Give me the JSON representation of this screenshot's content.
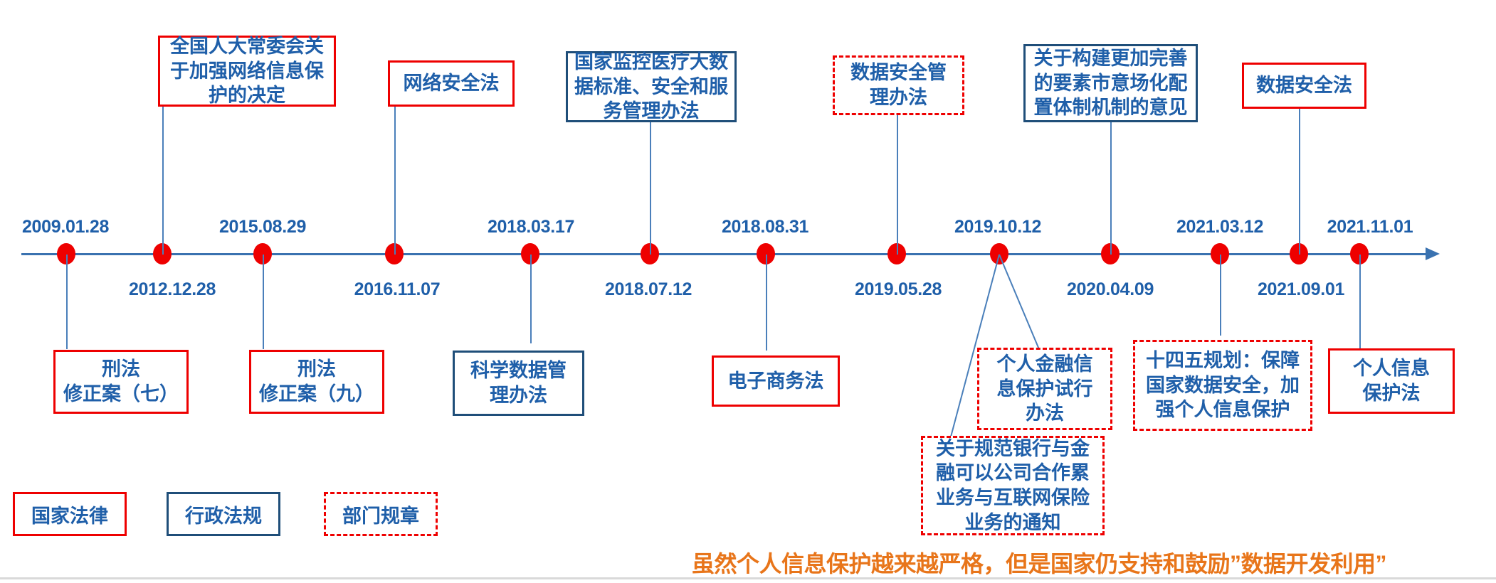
{
  "colors": {
    "national_law_border": "#ee0000",
    "admin_regulation_border": "#1f4e79",
    "department_rule_border": "#ee0000",
    "text_blue": "#1f5fa9",
    "axis_blue": "#3a72b0",
    "node_red": "#ee0000",
    "footer_orange": "#e8751a"
  },
  "chart_data": {
    "type": "timeline",
    "title": "",
    "axis": {
      "orientation": "horizontal",
      "direction": "left-to-right",
      "arrow": true
    },
    "events": [
      {
        "date": "2009.01.28",
        "label": "刑法\n修正案（七）",
        "category": "国家法律",
        "side": "below",
        "date_side": "above"
      },
      {
        "date": "2012.12.28",
        "label": "全国人大常委会关于加强网络信息保护的决定",
        "category": "国家法律",
        "side": "above",
        "date_side": "below"
      },
      {
        "date": "2015.08.29",
        "label": "刑法\n修正案（九）",
        "category": "国家法律",
        "side": "below",
        "date_side": "above"
      },
      {
        "date": "2016.11.07",
        "label": "网络安全法",
        "category": "国家法律",
        "side": "above",
        "date_side": "below"
      },
      {
        "date": "2018.03.17",
        "label": "科学数据管理办法",
        "category": "行政法规",
        "side": "below",
        "date_side": "above"
      },
      {
        "date": "2018.07.12",
        "label": "国家监控医疗大数据标准、安全和服务管理办法",
        "category": "行政法规",
        "side": "above",
        "date_side": "below"
      },
      {
        "date": "2018.08.31",
        "label": "电子商务法",
        "category": "国家法律",
        "side": "below",
        "date_side": "above"
      },
      {
        "date": "2019.05.28",
        "label": "数据安全管理办法",
        "category": "部门规章",
        "side": "above",
        "date_side": "below"
      },
      {
        "date": "2019.10.12",
        "label": "个人金融信息保护试行办法",
        "category": "部门规章",
        "side": "below",
        "date_side": "above"
      },
      {
        "date": "2019.10.12",
        "label": "关于规范银行与金融可以公司合作累业务与互联网保险业务的通知",
        "category": "部门规章",
        "side": "below",
        "date_side": "above"
      },
      {
        "date": "2020.04.09",
        "label": "关于构建更加完善的要素市意场化配置体制机制的意见",
        "category": "行政法规",
        "side": "above",
        "date_side": "below"
      },
      {
        "date": "2021.03.12",
        "label": "十四五规划：保障国家数据安全，加强个人信息保护",
        "category": "部门规章",
        "side": "below",
        "date_side": "above"
      },
      {
        "date": "2021.09.01",
        "label": "数据安全法",
        "category": "国家法律",
        "side": "above",
        "date_side": "below"
      },
      {
        "date": "2021.11.01",
        "label": "个人信息保护法",
        "category": "国家法律",
        "side": "below",
        "date_side": "above"
      }
    ]
  },
  "dates": {
    "d1": "2009.01.28",
    "d2": "2012.12.28",
    "d3": "2015.08.29",
    "d4": "2016.11.07",
    "d5": "2018.03.17",
    "d6": "2018.07.12",
    "d7": "2018.08.31",
    "d8": "2019.05.28",
    "d9": "2019.10.12",
    "d10": "2020.04.09",
    "d11": "2021.03.12",
    "d12": "2021.09.01",
    "d13": "2021.11.01"
  },
  "boxes": {
    "top_npc_decision_l1": "全国人大常委会关",
    "top_npc_decision_l2": "于加强网络信息保",
    "top_npc_decision_l3": "护的决定",
    "top_cybersecurity_law": "网络安全法",
    "top_medical_bigdata_l1": "国家监控医疗大数",
    "top_medical_bigdata_l2": "据标准、安全和服",
    "top_medical_bigdata_l3": "务管理办法",
    "top_data_security_admin_l1": "数据安全管",
    "top_data_security_admin_l2": "理办法",
    "top_factor_market_l1": "关于构建更加完善",
    "top_factor_market_l2": "的要素市意场化配",
    "top_factor_market_l3": "置体制机制的意见",
    "top_data_security_law": "数据安全法",
    "bot_criminal_amend7_l1": "刑法",
    "bot_criminal_amend7_l2": "修正案（七）",
    "bot_criminal_amend9_l1": "刑法",
    "bot_criminal_amend9_l2": "修正案（九）",
    "bot_scientific_data_l1": "科学数据管",
    "bot_scientific_data_l2": "理办法",
    "bot_ecommerce_law": "电子商务法",
    "bot_personal_finance_l1": "个人金融信",
    "bot_personal_finance_l2": "息保护试行",
    "bot_personal_finance_l3": "办法",
    "bot_bank_notice_l1": "关于规范银行与金",
    "bot_bank_notice_l2": "融可以公司合作累",
    "bot_bank_notice_l3": "业务与互联网保险",
    "bot_bank_notice_l4": "业务的通知",
    "bot_14th_plan_l1": "十四五规划：保障",
    "bot_14th_plan_l2": "国家数据安全，加",
    "bot_14th_plan_l3": "强个人信息保护",
    "bot_pipl_l1": "个人信息",
    "bot_pipl_l2": "保护法"
  },
  "legend": {
    "national_law": "国家法律",
    "admin_regulation": "行政法规",
    "department_rule": "部门规章"
  },
  "footer": {
    "note": "虽然个人信息保护越来越严格，但是国家仍支持和鼓励”数据开发利用”"
  }
}
